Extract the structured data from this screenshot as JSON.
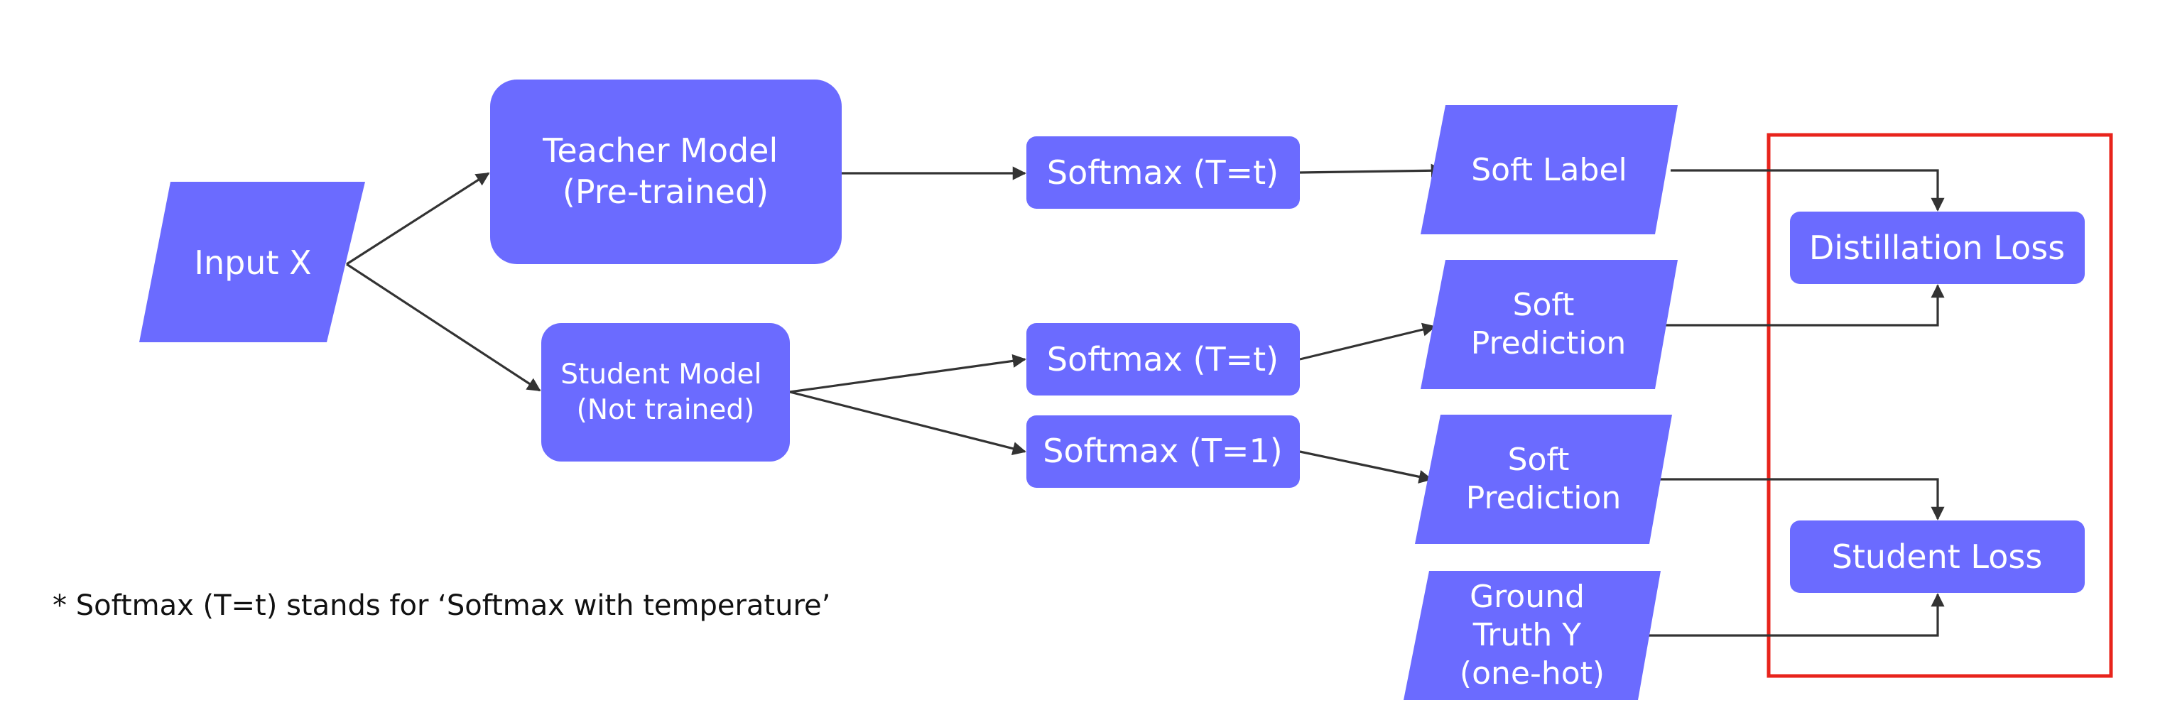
{
  "diagram": {
    "nodes": {
      "input_x": {
        "lines": [
          "Input X"
        ]
      },
      "teacher_model": {
        "lines": [
          "Teacher Model",
          "(Pre-trained)"
        ]
      },
      "student_model": {
        "lines": [
          "Student Model",
          "(Not trained)"
        ]
      },
      "softmax_teacher": {
        "lines": [
          "Softmax (T=t)"
        ]
      },
      "softmax_student_t": {
        "lines": [
          "Softmax (T=t)"
        ]
      },
      "softmax_student_1": {
        "lines": [
          "Softmax (T=1)"
        ]
      },
      "soft_label": {
        "lines": [
          "Soft Label"
        ]
      },
      "soft_prediction_t": {
        "lines": [
          "Soft",
          "Prediction"
        ]
      },
      "soft_prediction_1": {
        "lines": [
          "Soft",
          "Prediction"
        ]
      },
      "ground_truth": {
        "lines": [
          "Ground",
          "Truth Y",
          "(one-hot)"
        ]
      },
      "distillation_loss": {
        "lines": [
          "Distillation Loss"
        ]
      },
      "student_loss": {
        "lines": [
          "Student Loss"
        ]
      }
    },
    "footnote": "* Softmax (T=t) stands for ‘Softmax with temperature’",
    "colors": {
      "node_fill": "#6b6bff",
      "node_text": "#ffffff",
      "highlight": "#e8241c",
      "edge": "#333333"
    }
  }
}
